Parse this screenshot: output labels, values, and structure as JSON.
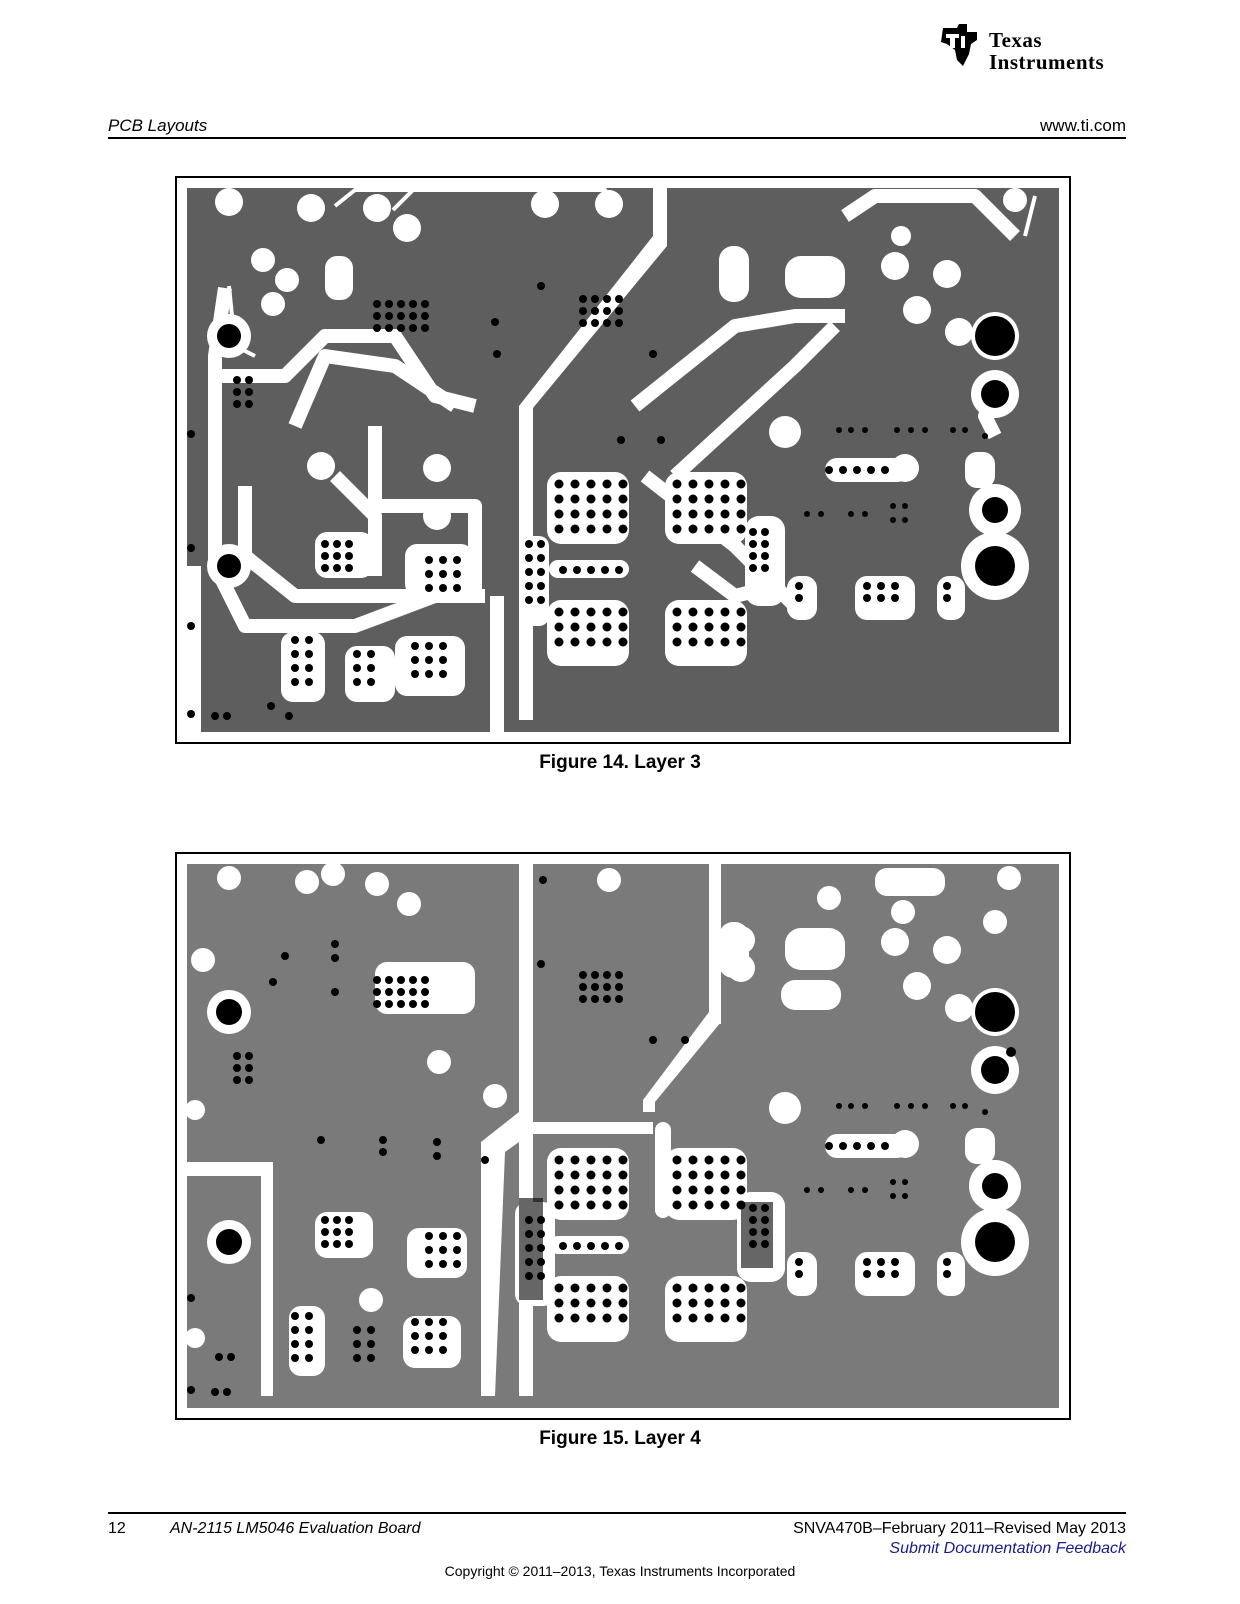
{
  "logo": {
    "line1": "Texas",
    "line2": "Instruments"
  },
  "header": {
    "section": "PCB Layouts",
    "url": "www.ti.com"
  },
  "figures": [
    {
      "caption": "Figure 14. Layer 3"
    },
    {
      "caption": "Figure 15. Layer 4"
    }
  ],
  "footer": {
    "page_number": "12",
    "doc_title": "AN-2115 LM5046 Evaluation Board",
    "doc_number": "SNVA470B–February 2011–Revised May 2013",
    "feedback": "Submit Documentation Feedback",
    "copyright": "Copyright © 2011–2013, Texas Instruments Incorporated"
  },
  "colors": {
    "copper_layer3": "#5e5e5e",
    "copper_layer4": "#7a7a7a",
    "clearance": "#ffffff",
    "via": "#000000"
  }
}
